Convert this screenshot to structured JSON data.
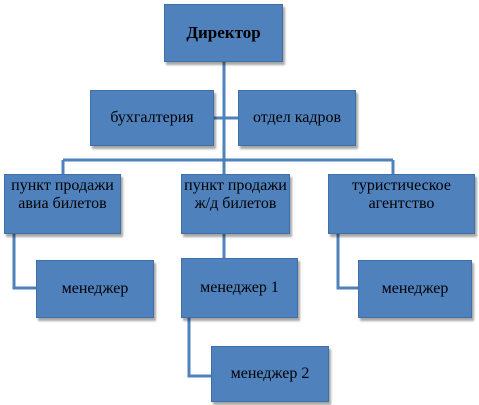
{
  "colors": {
    "node_fill": "#4f81bd",
    "connector": "#4f81bd",
    "text": "#000000"
  },
  "org_chart": {
    "director": "Директор",
    "staff": [
      {
        "id": "accounting",
        "label": "бухгалтерия"
      },
      {
        "id": "hr",
        "label": "отдел кадров"
      }
    ],
    "departments": [
      {
        "id": "avia",
        "label": "пункт продажи авиа билетов",
        "children": [
          {
            "id": "avia-manager",
            "label": "менеджер"
          }
        ]
      },
      {
        "id": "rail",
        "label": "пункт продажи ж/д билетов",
        "children": [
          {
            "id": "rail-manager-1",
            "label": "менеджер 1"
          },
          {
            "id": "rail-manager-2",
            "label": "менеджер 2"
          }
        ]
      },
      {
        "id": "agency",
        "label": "туристическое агентство",
        "children": [
          {
            "id": "agency-manager",
            "label": "менеджер"
          }
        ]
      }
    ]
  }
}
